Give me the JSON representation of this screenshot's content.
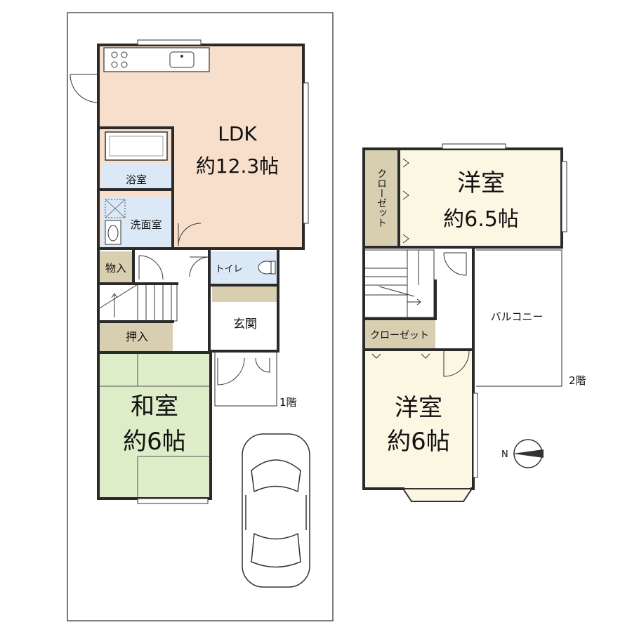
{
  "floor1": {
    "ldk_name": "LDK",
    "ldk_size": "約12.3帖",
    "bath": "浴室",
    "washroom": "洗面室",
    "storage": "物入",
    "toilet": "トイレ",
    "entrance": "玄関",
    "closet": "押入",
    "washitsu_name": "和室",
    "washitsu_size": "約6帖",
    "floor_label": "1階"
  },
  "floor2": {
    "room1_name": "洋室",
    "room1_size": "約6.5帖",
    "closet_vertical": "クローゼット",
    "balcony": "バルコニー",
    "closet_horizontal": "クローゼット",
    "room2_name": "洋室",
    "room2_size": "約6帖",
    "floor_label": "2階"
  },
  "compass": {
    "north": "N"
  },
  "colors": {
    "ldk": "#f7dfcb",
    "bath_wash": "#dbe9f7",
    "storage": "#d8ceb0",
    "washitsu": "#dcedc8",
    "yoshitsu": "#fcf7e2",
    "wall": "#2a2a2a"
  }
}
